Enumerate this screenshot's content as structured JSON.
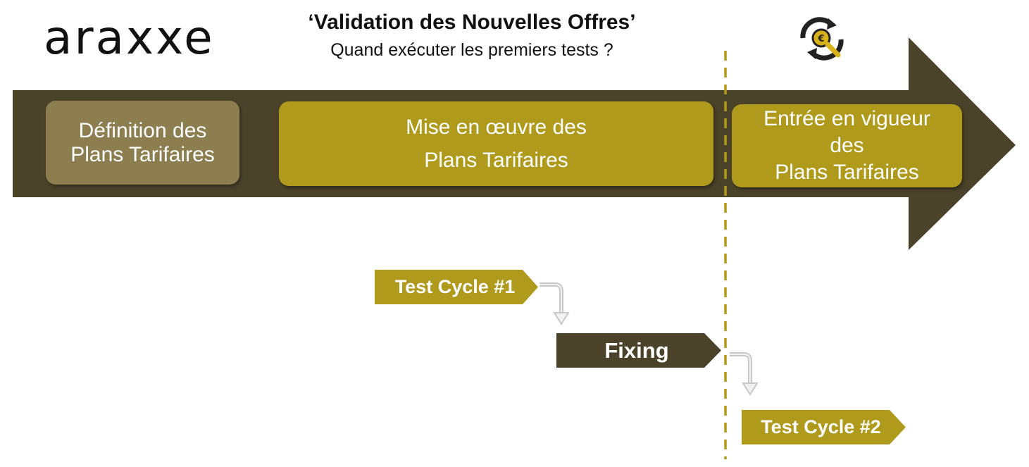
{
  "header": {
    "logo_text": "araxxe",
    "title": "‘Validation des Nouvelles Offres’",
    "subtitle": "Quand exécuter les premiers tests ?"
  },
  "icons": {
    "top_right": "euro-magnifier-cycle-icon"
  },
  "phases": [
    {
      "line1": "Définition des",
      "line2": "Plans Tarifaires"
    },
    {
      "line1": "Mise en œuvre des",
      "line2": "Plans Tarifaires"
    },
    {
      "line1": "Entrée en vigueur",
      "line2": "des",
      "line3": "Plans Tarifaires"
    }
  ],
  "steps": {
    "test_cycle_1": "Test Cycle #1",
    "fixing": "Fixing",
    "test_cycle_2": "Test Cycle #2"
  },
  "colors": {
    "arrow_band": "#4a432a",
    "phase_light": "#8c7e4f",
    "gold": "#b09a1c",
    "dashed_line": "#b09a1c",
    "connector": "#c8c8c8"
  }
}
